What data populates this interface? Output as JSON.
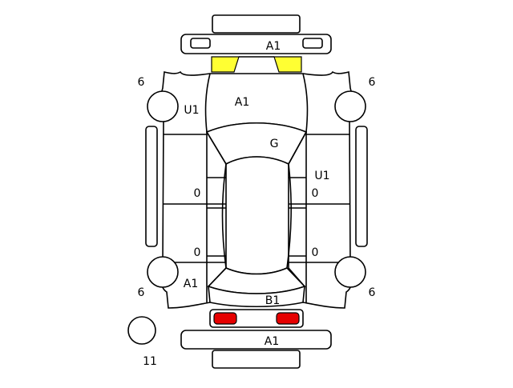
{
  "labels": {
    "front_bumper": "A1",
    "hood": "A1",
    "roof": "G",
    "left_front_fender": "U1",
    "right_side": "U1",
    "left_rear_quarter": "A1",
    "trunk": "B1",
    "rear_bumper": "A1",
    "tire_front_left": "6",
    "tire_front_right": "6",
    "tire_rear_left": "6",
    "tire_rear_right": "6",
    "spare_tire": "11",
    "door_mark_front_left": "0",
    "door_mark_rear_left": "0",
    "door_mark_front_right": "0",
    "door_mark_rear_right": "0"
  },
  "colors": {
    "headlight_highlight": "#ffff33",
    "taillight_highlight": "#e60000",
    "outline": "#000000",
    "background": "#ffffff"
  }
}
